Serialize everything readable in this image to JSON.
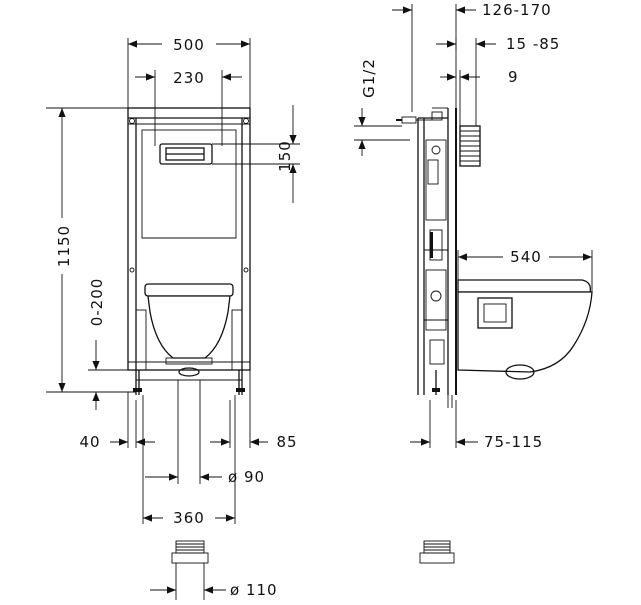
{
  "dimensions": {
    "width_500": "500",
    "width_230": "230",
    "height_1150": "1150",
    "height_150": "150",
    "range_0_200": "0-200",
    "offset_40": "40",
    "offset_85": "85",
    "diameter_90": "ø 90",
    "width_360": "360",
    "diameter_110": "ø 110",
    "range_126_170": "126-170",
    "range_15_85": "15 -85",
    "offset_9": "9",
    "thread_g12": "G1/2",
    "length_540": "540",
    "range_75_115": "75-115"
  }
}
